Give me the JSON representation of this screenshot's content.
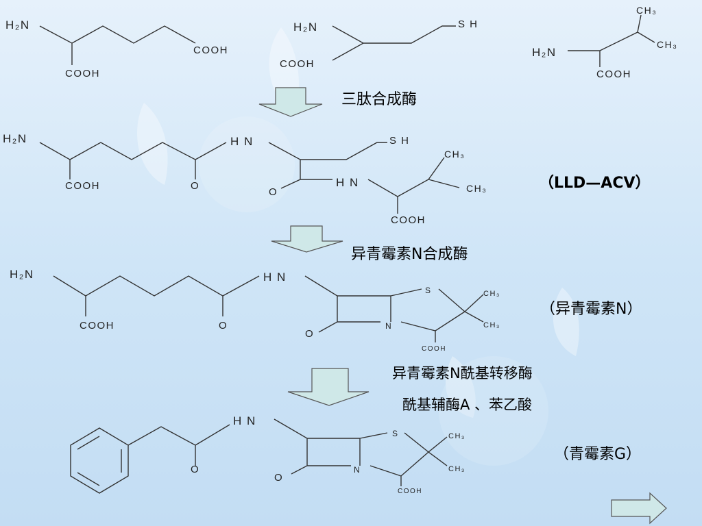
{
  "labels": {
    "enzyme1": "三肽合成酶",
    "acv": "（LLD—ACV）",
    "enzyme2": "异青霉素N合成酶",
    "isopenicillin": "（异青霉素N）",
    "enzyme3_line1": "异青霉素N酰基转移酶",
    "enzyme3_line2": "酰基辅酶A 、苯乙酸",
    "penicillin": "（青霉素G）"
  },
  "chem": {
    "h2n": "H₂N",
    "cooh": "COOH",
    "sh": "S H",
    "ch3": "CH₃",
    "hn": "H N",
    "o": "O",
    "s": "S",
    "n": "N"
  },
  "colors": {
    "arrow_fill": "#cfe8e8",
    "arrow_stroke": "#555555",
    "background": "#d4e8f7"
  }
}
